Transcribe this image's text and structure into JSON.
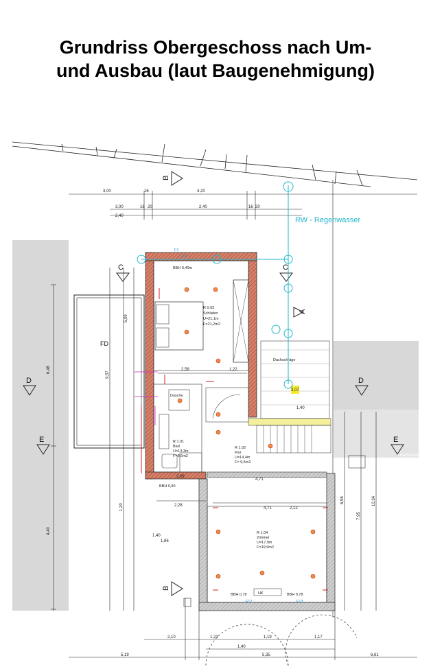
{
  "title": {
    "line1": "Grundriss Obergeschoss nach Um-",
    "line2": "und Ausbau (laut Baugenehmigung)"
  },
  "annotations": {
    "rain": "RW - Regenwasser",
    "fd": "FD",
    "dachschraege": "Dachschräge",
    "ueberbau": "Überbau Nachbar"
  },
  "section_markers": {
    "b": "B",
    "c": "C",
    "a": "A",
    "d": "D",
    "e": "E"
  },
  "rooms": {
    "schlafen": {
      "no": "R 0.03",
      "name": "Schlafen",
      "u": "U=21,1m",
      "f": "F=21,2m2"
    },
    "bad": {
      "no": "R 1.01",
      "name": "Bad",
      "u": "U=13,3m",
      "f": "F=8,6m2"
    },
    "flur": {
      "no": "R 1.02",
      "name": "Flur",
      "u": "U=14,4m",
      "f": "F= 9,5m2"
    },
    "zimmer": {
      "no": "R 1.04",
      "name": "Zimmer",
      "u": "U=17,9m",
      "f": "F=19,9m2"
    }
  },
  "labels": {
    "dusche": "Dusche",
    "bbh_top": "BBH 0,40m",
    "bbh_bad": "BBH 0,90",
    "bbh_1": "BBH 0,78",
    "bbh_2": "BBH 0,78",
    "f1": "F1",
    "f12": "F12",
    "f13": "F13",
    "f9": "F9"
  },
  "dimensions": {
    "top_1": "3,00",
    "top_2": "16",
    "top_3": "4,20",
    "top_4": "3,00",
    "top_5": "2,40",
    "top_6": "16",
    "top_7": "20",
    "top_8": "2,40",
    "top_9": "16",
    "top_10": "20",
    "left_1": "6,48",
    "left_2": "5,09",
    "left_3": "9,57",
    "left_4": "4,40",
    "mid_1": "2,58",
    "mid_2": "1,22",
    "mid_3": "2,09",
    "mid_4": "4,71",
    "mid_5": "4,71",
    "mid_6": "2,28",
    "mid_7": "1,40",
    "mid_8": "1,86",
    "mid_9": "1,20",
    "mid_10": "2,12",
    "mid_11": "3,07",
    "mid_12": "1,40",
    "mid_13": "6,96",
    "mid_14": "7,95",
    "mid_15": "10,34",
    "bot_1": "2,10",
    "bot_2": "1,23",
    "bot_3": "1,19",
    "bot_4": "1,17",
    "bot_5": "1,40",
    "bot_6": "5,35",
    "bot_7": "5,19",
    "bot_8": "6,61"
  }
}
